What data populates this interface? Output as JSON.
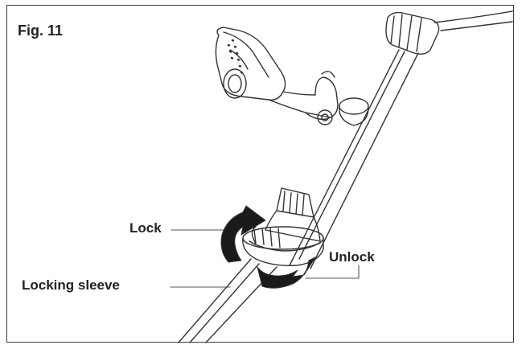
{
  "figure": {
    "title": "Fig. 11"
  },
  "callouts": {
    "lock": "Lock",
    "unlock": "Unlock",
    "locking_sleeve": "Locking sleeve"
  },
  "colors": {
    "line": "#333333",
    "arrow_fill": "#1a1a1a",
    "frame": "#3a3a3a"
  }
}
